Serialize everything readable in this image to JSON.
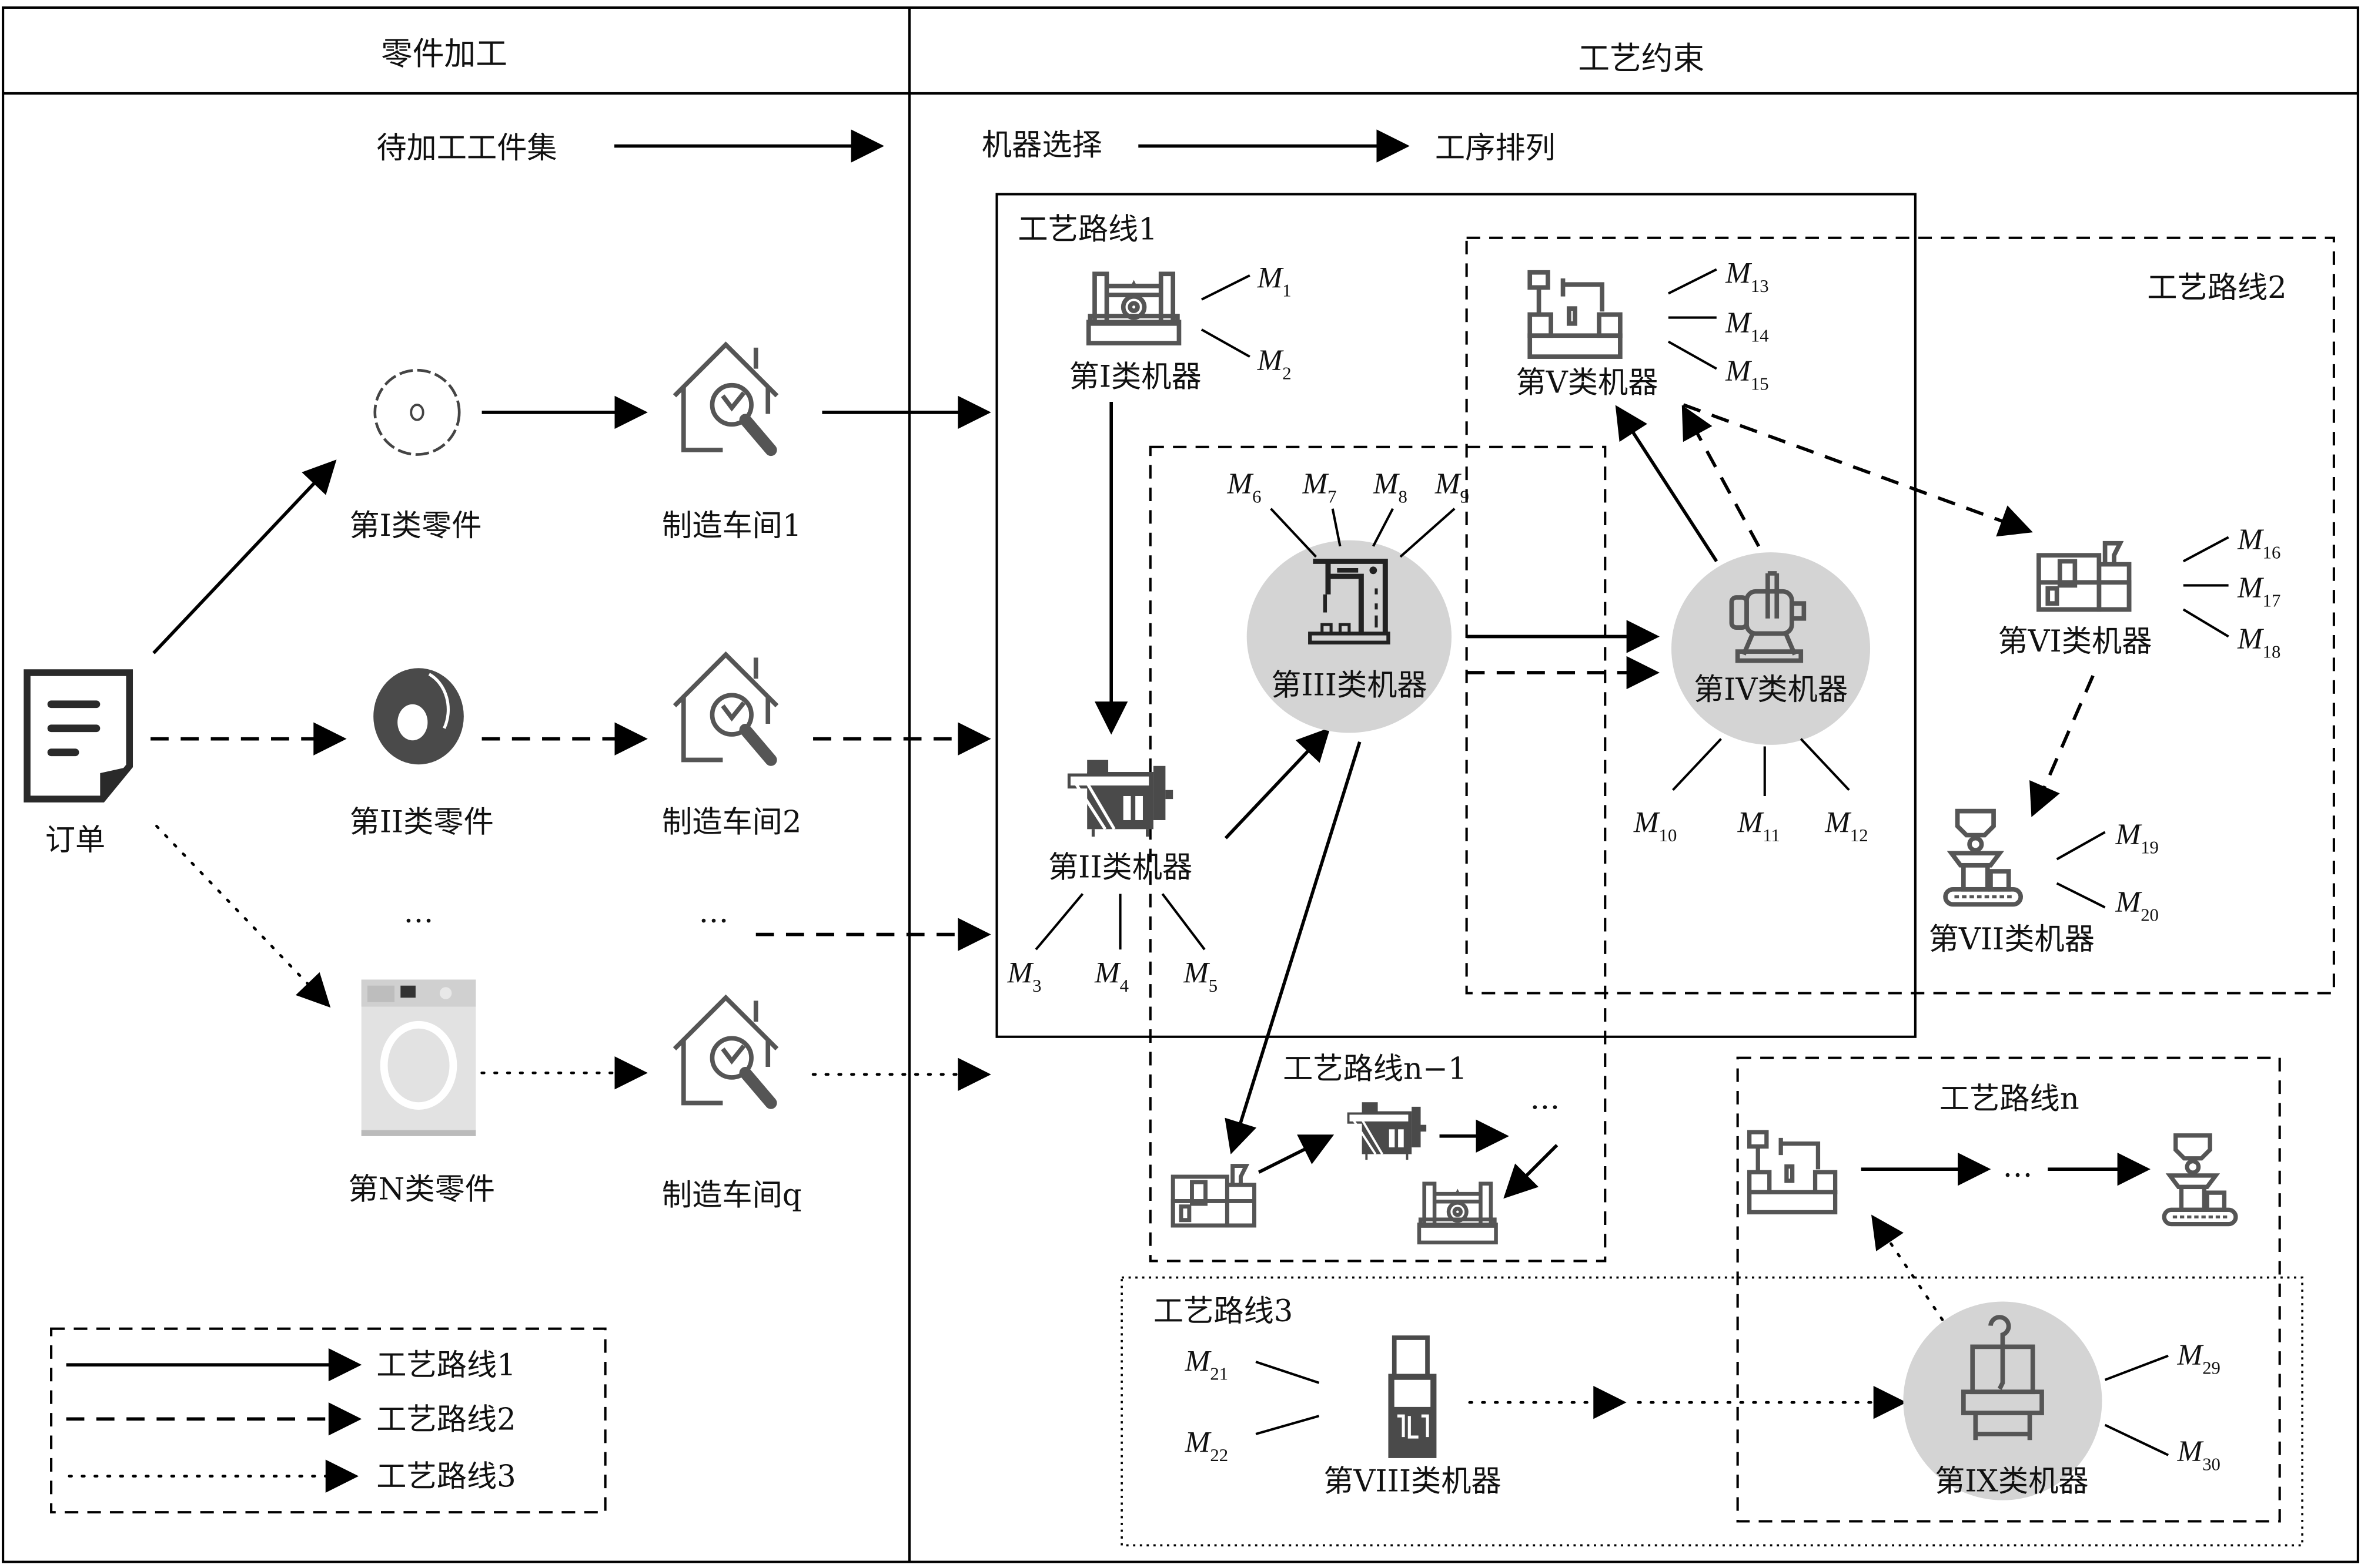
{
  "headers": {
    "left": "零件加工",
    "right": "工艺约束"
  },
  "subheaders": {
    "workpiece_set": "待加工工件集",
    "machine_selection": "机器选择",
    "process_sequence": "工序排列"
  },
  "order": {
    "label": "订单",
    "icon": "document-icon"
  },
  "parts": [
    {
      "label": "第I类零件",
      "icon": "saw-blade-icon",
      "route": "solid"
    },
    {
      "label": "第II类零件",
      "icon": "disc-icon",
      "route": "dashed"
    },
    {
      "label": "第N类零件",
      "icon": "washing-machine-icon",
      "route": "dotted"
    }
  ],
  "workshops": [
    {
      "label": "制造车间1",
      "icon": "workshop-icon"
    },
    {
      "label": "制造车间2",
      "icon": "workshop-icon"
    },
    {
      "label": "制造车间q",
      "icon": "workshop-icon"
    }
  ],
  "ellipsis": "…",
  "routes": {
    "r1": "工艺路线1",
    "r2": "工艺路线2",
    "r3": "工艺路线3",
    "rn1": "工艺路线n−1",
    "rn": "工艺路线n"
  },
  "machines": {
    "m1": {
      "label": "第I类机器",
      "members": [
        {
          "m": "M",
          "s": "1"
        },
        {
          "m": "M",
          "s": "2"
        }
      ]
    },
    "m2": {
      "label": "第II类机器",
      "members": [
        {
          "m": "M",
          "s": "3"
        },
        {
          "m": "M",
          "s": "4"
        },
        {
          "m": "M",
          "s": "5"
        }
      ]
    },
    "m3": {
      "label": "第III类机器",
      "members": [
        {
          "m": "M",
          "s": "6"
        },
        {
          "m": "M",
          "s": "7"
        },
        {
          "m": "M",
          "s": "8"
        },
        {
          "m": "M",
          "s": "9"
        }
      ]
    },
    "m4": {
      "label": "第IV类机器",
      "members": [
        {
          "m": "M",
          "s": "10"
        },
        {
          "m": "M",
          "s": "11"
        },
        {
          "m": "M",
          "s": "12"
        }
      ]
    },
    "m5": {
      "label": "第V类机器",
      "members": [
        {
          "m": "M",
          "s": "13"
        },
        {
          "m": "M",
          "s": "14"
        },
        {
          "m": "M",
          "s": "15"
        }
      ]
    },
    "m6": {
      "label": "第VI类机器",
      "members": [
        {
          "m": "M",
          "s": "16"
        },
        {
          "m": "M",
          "s": "17"
        },
        {
          "m": "M",
          "s": "18"
        }
      ]
    },
    "m7": {
      "label": "第VII类机器",
      "members": [
        {
          "m": "M",
          "s": "19"
        },
        {
          "m": "M",
          "s": "20"
        }
      ]
    },
    "m8": {
      "label": "第VIII类机器",
      "members": [
        {
          "m": "M",
          "s": "21"
        },
        {
          "m": "M",
          "s": "22"
        }
      ]
    },
    "m9": {
      "label": "第IX类机器",
      "members": [
        {
          "m": "M",
          "s": "29"
        },
        {
          "m": "M",
          "s": "30"
        }
      ]
    }
  },
  "legend": [
    {
      "label": "工艺路线1",
      "style": "solid"
    },
    {
      "label": "工艺路线2",
      "style": "dashed"
    },
    {
      "label": "工艺路线3",
      "style": "dotted"
    }
  ],
  "colors": {
    "highlight_circle": "#d4d4d4",
    "icon_gray": "#4a4a4a",
    "line": "#000000"
  }
}
